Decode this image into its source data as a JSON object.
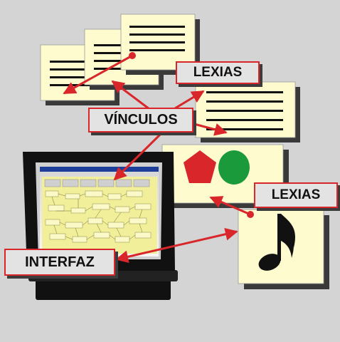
{
  "labels": {
    "lexias_top": "LEXIAS",
    "vinculos": "VÍNCULOS",
    "lexias_right": "LEXIAS",
    "interfaz": "INTERFAZ"
  },
  "colors": {
    "background": "#d4d4d4",
    "card": "#fefbcf",
    "text_line": "#111111",
    "link_red": "#d8262a",
    "shape_pentagon": "#d8262a",
    "shape_circle": "#1a9a3a",
    "monitor": "#111111",
    "screen": "#f2ef9a"
  },
  "icons": {
    "music_note": "eighth-note-icon",
    "pentagon": "pentagon-icon",
    "circle": "circle-icon"
  }
}
